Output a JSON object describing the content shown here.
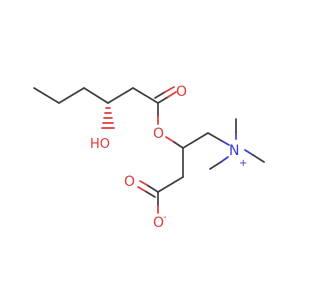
{
  "molecule": {
    "atoms": {
      "hydroxyl_label": "HO",
      "ketone_oxygen": "O",
      "ester_oxygen": "O",
      "carboxylate_oxygen_double": "O",
      "carboxylate_oxygen_single": "O",
      "carboxylate_charge": "-",
      "nitrogen": "N",
      "nitrogen_charge": "+"
    }
  },
  "colors": {
    "bond": "#3d3d3d",
    "oxygen": "#e03a3a",
    "nitrogen": "#3a3acf",
    "background": "#ffffff"
  }
}
